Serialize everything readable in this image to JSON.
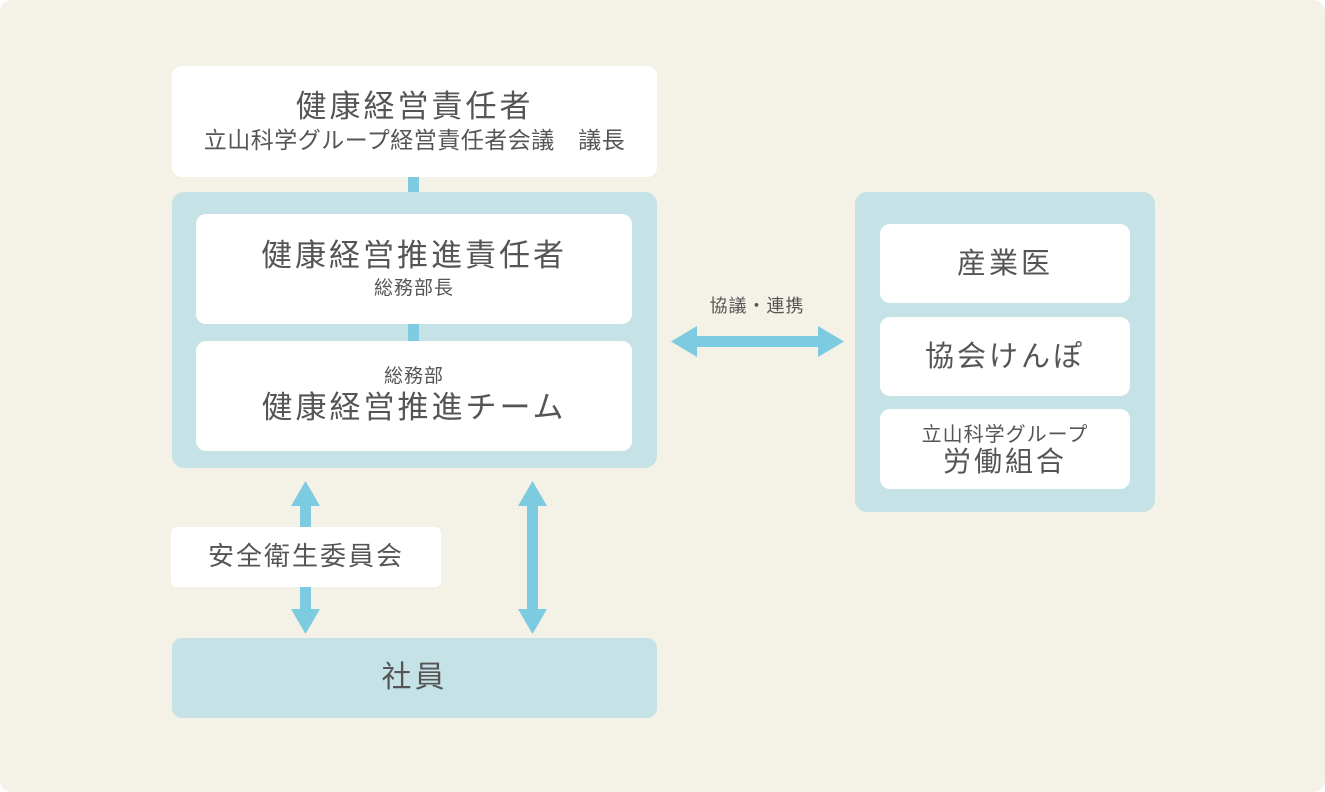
{
  "top_box": {
    "title": "健康経営責任者",
    "subtitle": "立山科学グループ経営責任者会議　議長"
  },
  "promotion_group": {
    "lead": {
      "title": "健康経営推進責任者",
      "subtitle": "総務部長"
    },
    "team": {
      "department": "総務部",
      "title": "健康経営推進チーム"
    }
  },
  "connector_label": "協議・連携",
  "partners": {
    "items": [
      {
        "label": "産業医"
      },
      {
        "label": "協会けんぽ"
      },
      {
        "sub": "立山科学グループ",
        "label": "労働組合"
      }
    ]
  },
  "safety_committee": "安全衛生委員会",
  "employees": "社員",
  "colors": {
    "background": "#f4f1e6",
    "panel": "#c5e2e6",
    "card": "#ffffff",
    "arrow": "#7ccbe0",
    "text": "#555555"
  }
}
